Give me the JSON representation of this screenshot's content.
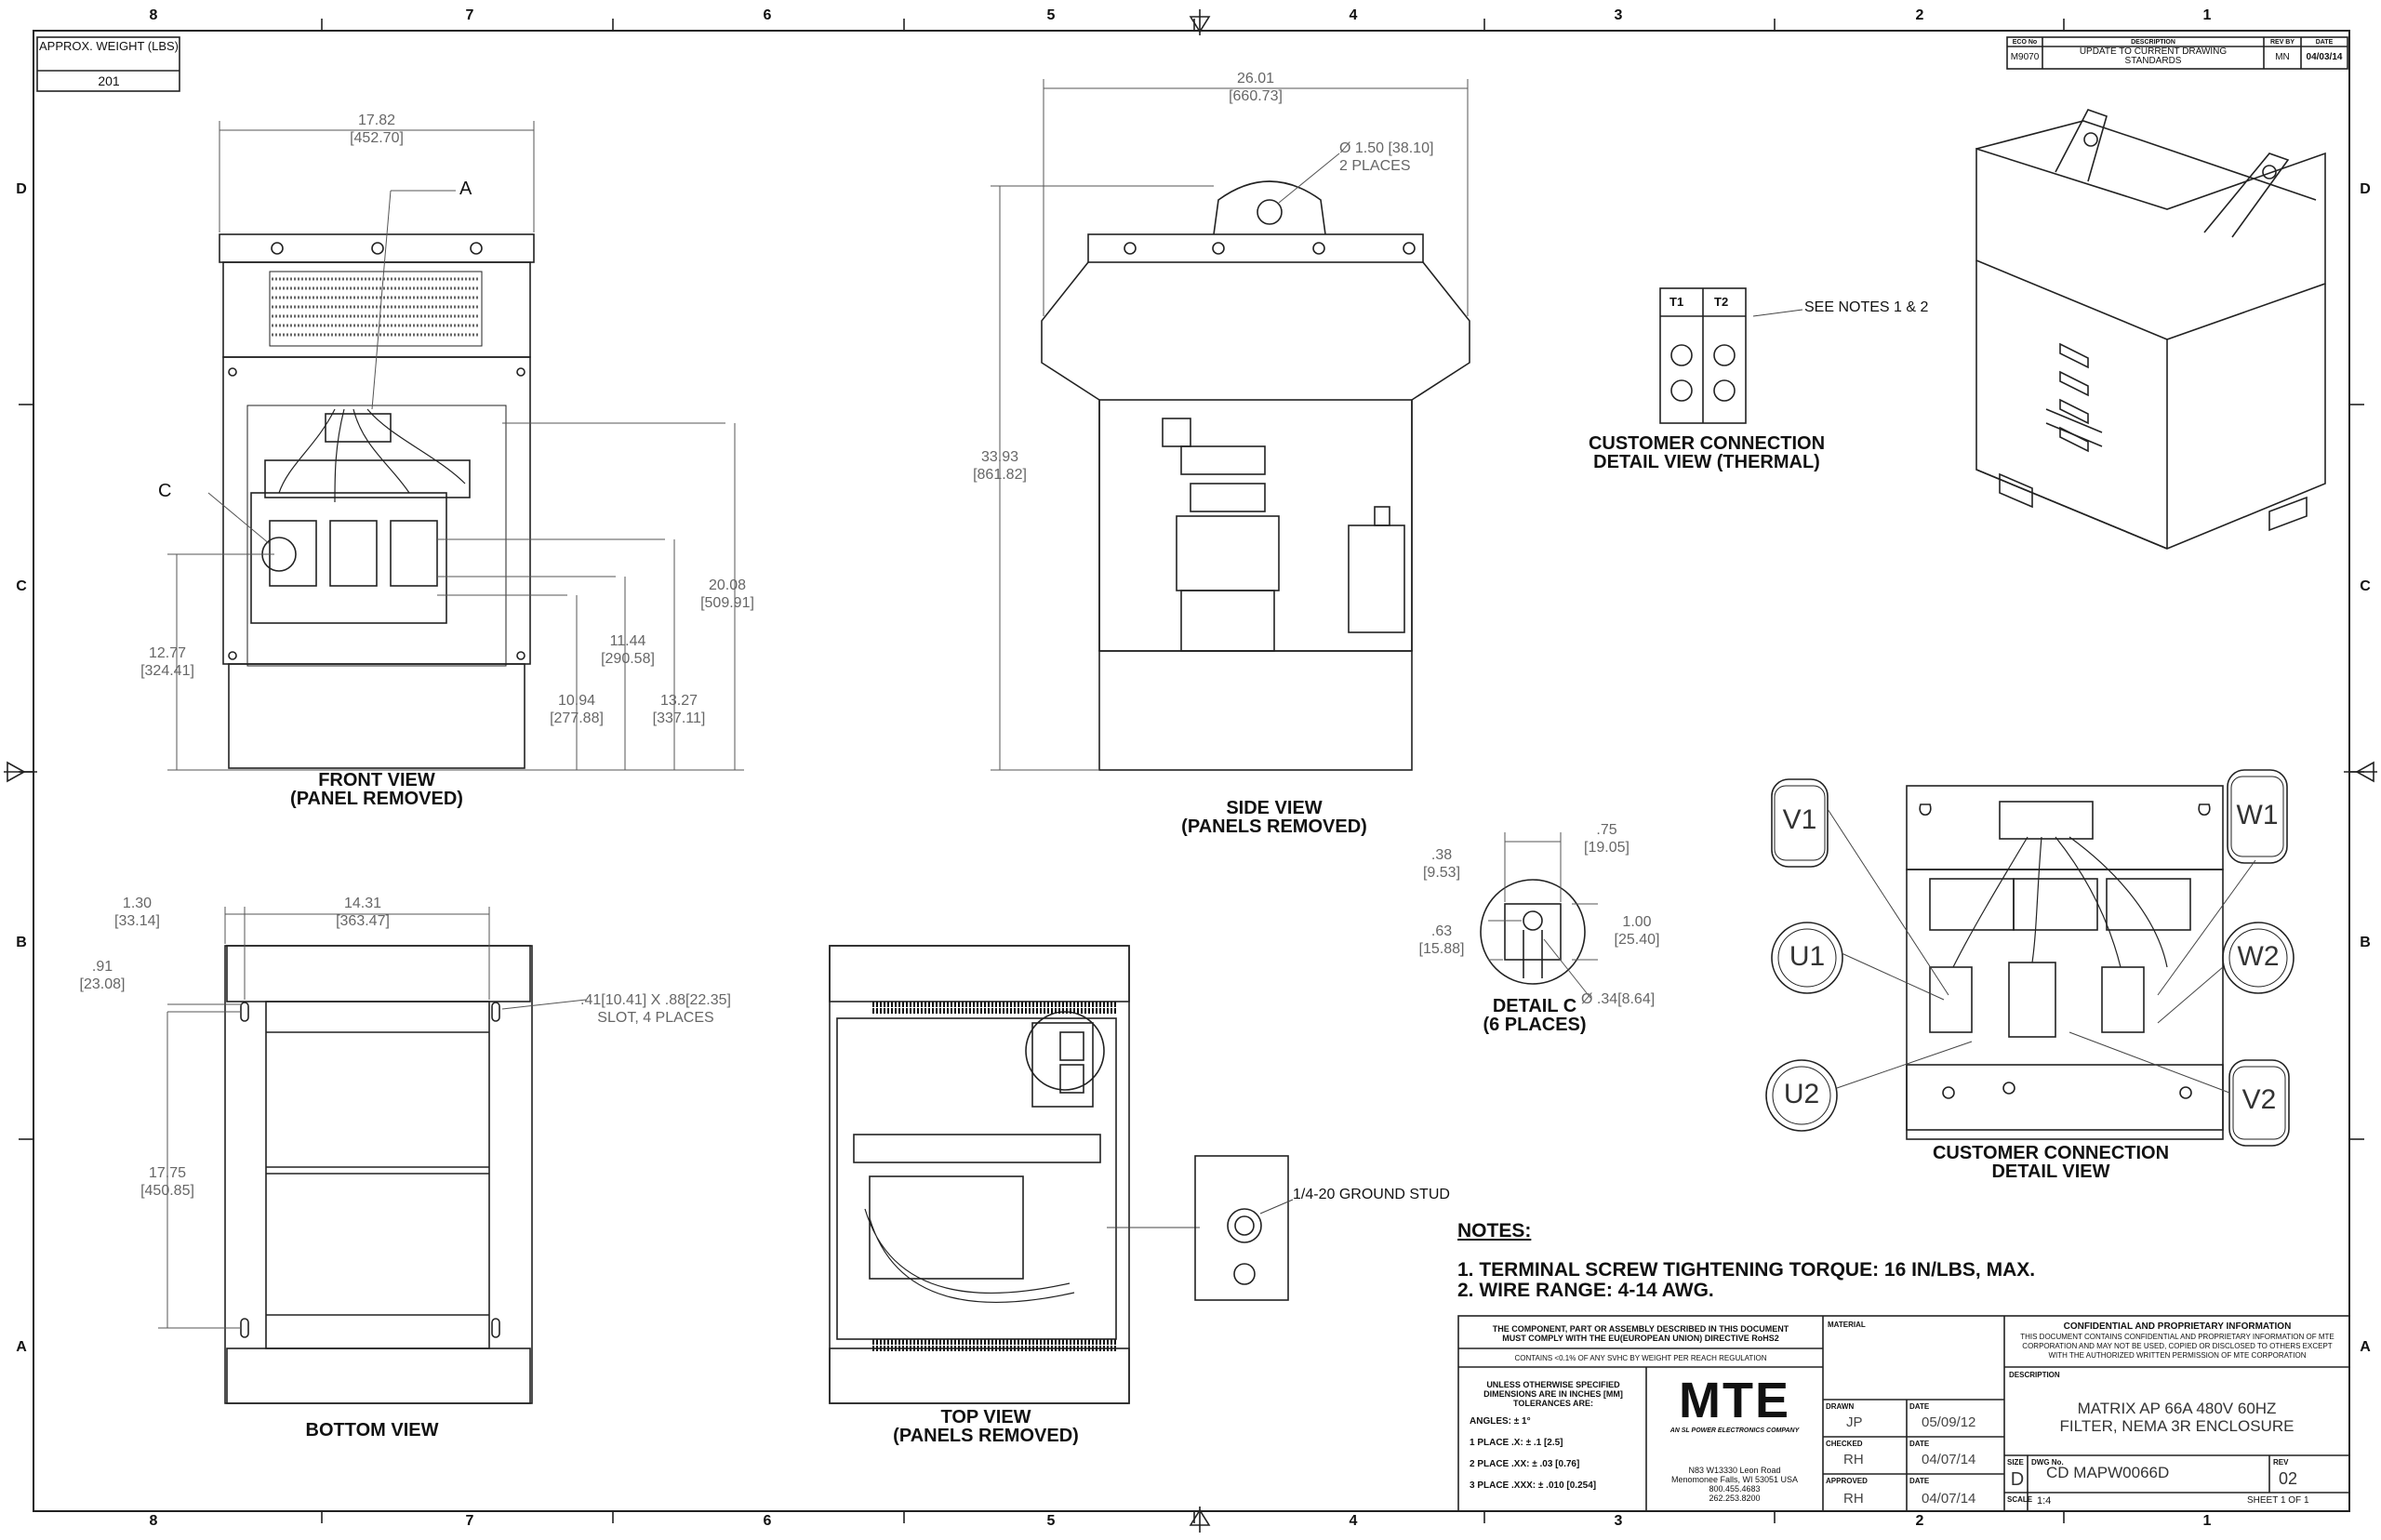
{
  "grid": {
    "columns": [
      "8",
      "7",
      "6",
      "5",
      "4",
      "3",
      "2",
      "1"
    ],
    "rows": [
      "D",
      "C",
      "B",
      "A"
    ]
  },
  "weight": {
    "label": "APPROX. WEIGHT (LBS)",
    "value": "201"
  },
  "revision": {
    "headers": [
      "ECO No",
      "DESCRIPTION",
      "REV BY",
      "DATE"
    ],
    "eco": "M9070",
    "description": "UPDATE TO CURRENT DRAWING STANDARDS",
    "rev_by": "MN",
    "date": "04/03/14"
  },
  "front_view": {
    "title": "FRONT VIEW",
    "subtitle": "(PANEL REMOVED)",
    "width": "17.82",
    "width_mm": "[452.70]",
    "d_12_77": "12.77",
    "d_12_77_mm": "[324.41]",
    "d_10_94": "10.94",
    "d_10_94_mm": "[277.88]",
    "d_11_44": "11.44",
    "d_11_44_mm": "[290.58]",
    "d_13_27": "13.27",
    "d_13_27_mm": "[337.11]",
    "d_20_08": "20.08",
    "d_20_08_mm": "[509.91]",
    "callout_a": "A",
    "callout_c": "C"
  },
  "side_view": {
    "title": "SIDE VIEW",
    "subtitle": "(PANELS REMOVED)",
    "width": "26.01",
    "width_mm": "[660.73]",
    "height": "33.93",
    "height_mm": "[861.82]",
    "hole": "Ø 1.50",
    "hole_mm": "[38.10]",
    "hole_qty": "2 PLACES"
  },
  "customer_thermal": {
    "title": "CUSTOMER CONNECTION",
    "subtitle": "DETAIL VIEW (THERMAL)",
    "t1": "T1",
    "t2": "T2",
    "note_ref": "SEE NOTES 1 & 2"
  },
  "detail_c": {
    "title": "DETAIL C",
    "subtitle": "(6 PLACES)",
    "d1": ".38",
    "d1_mm": "[9.53]",
    "d2": ".75",
    "d2_mm": "[19.05]",
    "d3": ".63",
    "d3_mm": "[15.88]",
    "d4": "1.00",
    "d4_mm": "[25.40]",
    "d5": "Ø .34",
    "d5_mm": "[8.64]"
  },
  "customer_conn": {
    "title": "CUSTOMER CONNECTION",
    "subtitle": "DETAIL VIEW",
    "terminals": [
      "V1",
      "W1",
      "U1",
      "W2",
      "U2",
      "V2"
    ]
  },
  "bottom_view": {
    "title": "BOTTOM VIEW",
    "d1": "1.30",
    "d1_mm": "[33.14]",
    "d2": "14.31",
    "d2_mm": "[363.47]",
    "d3": ".91",
    "d3_mm": "[23.08]",
    "d4": "17.75",
    "d4_mm": "[450.85]",
    "slot": ".41",
    "slot_mm": "[10.41]",
    "slot_x": "X .88",
    "slot_x_mm": "[22.35]",
    "slot_qty": "SLOT, 4 PLACES"
  },
  "top_view": {
    "title": "TOP VIEW",
    "subtitle": "(PANELS REMOVED)",
    "ground": "1/4-20 GROUND STUD"
  },
  "notes": {
    "title": "NOTES:",
    "items": [
      "1.  TERMINAL SCREW TIGHTENING TORQUE: 16 IN/LBS, MAX.",
      "2.  WIRE RANGE: 4-14 AWG."
    ]
  },
  "title_block": {
    "rohs1": "THE COMPONENT, PART OR ASSEMBLY DESCRIBED IN THIS DOCUMENT",
    "rohs2": "MUST COMPLY WITH THE EU(EUROPEAN UNION) DIRECTIVE RoHS2",
    "reach": "CONTAINS <0.1% OF ANY SVHC BY WEIGHT PER REACH REGULATION",
    "tol1": "UNLESS OTHERWISE SPECIFIED",
    "tol2": "DIMENSIONS ARE IN INCHES [MM]",
    "tol3": "TOLERANCES ARE:",
    "angles": "ANGLES:  ± 1°",
    "p1": "1 PLACE .X:  ± .1 [2.5]",
    "p2": "2 PLACE .XX:  ± .03 [0.76]",
    "p3": "3 PLACE .XXX:  ± .010 [0.254]",
    "logo": "MTE",
    "logo_sub": "AN SL POWER ELECTRONICS COMPANY",
    "addr1": "N83 W13330 Leon Road",
    "addr2": "Menomonee Falls, WI 53051 USA",
    "phone1": "800.455.4683",
    "phone2": "262.253.8200",
    "material": "MATERIAL",
    "drawn_lbl": "DRAWN",
    "drawn": "JP",
    "drawn_date": "05/09/12",
    "checked_lbl": "CHECKED",
    "checked": "RH",
    "checked_date": "04/07/14",
    "approved_lbl": "APPROVED",
    "approved": "RH",
    "approved_date": "04/07/14",
    "date_lbl": "DATE",
    "conf_title": "CONFIDENTIAL AND PROPRIETARY INFORMATION",
    "conf1": "THIS DOCUMENT CONTAINS CONFIDENTIAL AND PROPRIETARY INFORMATION OF MTE",
    "conf2": "CORPORATION AND MAY NOT BE USED, COPIED OR DISCLOSED TO OTHERS EXCEPT",
    "conf3": "WITH THE AUTHORIZED WRITTEN PERMISSION OF MTE CORPORATION",
    "desc_lbl": "DESCRIPTION",
    "desc1": "MATRIX AP 66A 480V 60HZ",
    "desc2": "FILTER, NEMA 3R ENCLOSURE",
    "size_lbl": "SIZE",
    "size": "D",
    "dwg_lbl": "DWG No.",
    "dwg": "CD MAPW0066D",
    "rev_lbl": "REV",
    "rev": "02",
    "scale_lbl": "SCALE",
    "scale": "1:4",
    "sheet": "SHEET 1  OF 1"
  }
}
